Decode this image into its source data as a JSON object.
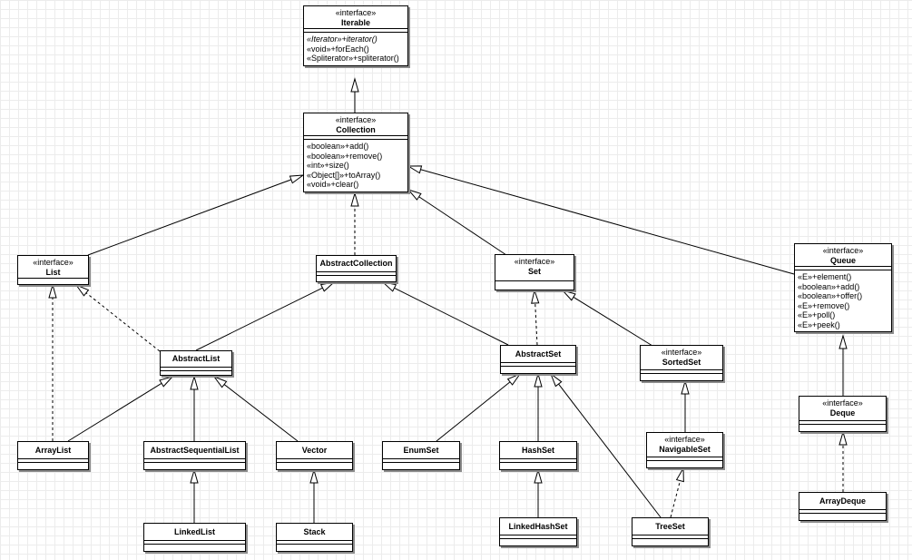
{
  "stereotype": "«interface»",
  "classes": {
    "iterable": {
      "name": "Iterable",
      "ops": [
        "«Iterator»+iterator()",
        "«void»+forEach()",
        "«Spliterator»+spliterator()"
      ]
    },
    "collection": {
      "name": "Collection",
      "ops": [
        "«boolean»+add()",
        "«boolean»+remove()",
        "«int»+size()",
        "«Object[]»+toArray()",
        "«void»+clear()"
      ]
    },
    "list": {
      "name": "List"
    },
    "abstract_collection": {
      "name": "AbstractCollection"
    },
    "set": {
      "name": "Set"
    },
    "queue": {
      "name": "Queue",
      "ops": [
        "«E»+element()",
        "«boolean»+add()",
        "«boolean»+offer()",
        "«E»+remove()",
        "«E»+poll()",
        "«E»+peek()"
      ]
    },
    "abstract_list": {
      "name": "AbstractList"
    },
    "abstract_set": {
      "name": "AbstractSet"
    },
    "sorted_set": {
      "name": "SortedSet"
    },
    "deque": {
      "name": "Deque"
    },
    "array_list": {
      "name": "ArrayList"
    },
    "abstract_sequential_list": {
      "name": "AbstractSequentialList"
    },
    "vector": {
      "name": "Vector"
    },
    "enum_set": {
      "name": "EnumSet"
    },
    "hash_set": {
      "name": "HashSet"
    },
    "navigable_set": {
      "name": "NavigableSet"
    },
    "linked_list": {
      "name": "LinkedList"
    },
    "stack": {
      "name": "Stack"
    },
    "linked_hash_set": {
      "name": "LinkedHashSet"
    },
    "tree_set": {
      "name": "TreeSet"
    },
    "array_deque": {
      "name": "ArrayDeque"
    }
  },
  "relations": [
    {
      "from": "collection",
      "to": "iterable",
      "kind": "generalization"
    },
    {
      "from": "list",
      "to": "collection",
      "kind": "generalization"
    },
    {
      "from": "abstract_collection",
      "to": "collection",
      "kind": "realization"
    },
    {
      "from": "set",
      "to": "collection",
      "kind": "generalization"
    },
    {
      "from": "queue",
      "to": "collection",
      "kind": "generalization"
    },
    {
      "from": "abstract_list",
      "to": "abstract_collection",
      "kind": "generalization"
    },
    {
      "from": "abstract_list",
      "to": "list",
      "kind": "realization"
    },
    {
      "from": "abstract_set",
      "to": "abstract_collection",
      "kind": "generalization"
    },
    {
      "from": "abstract_set",
      "to": "set",
      "kind": "realization"
    },
    {
      "from": "sorted_set",
      "to": "set",
      "kind": "generalization"
    },
    {
      "from": "deque",
      "to": "queue",
      "kind": "generalization"
    },
    {
      "from": "array_list",
      "to": "list",
      "kind": "realization"
    },
    {
      "from": "array_list",
      "to": "abstract_list",
      "kind": "generalization"
    },
    {
      "from": "abstract_sequential_list",
      "to": "abstract_list",
      "kind": "generalization"
    },
    {
      "from": "vector",
      "to": "abstract_list",
      "kind": "generalization"
    },
    {
      "from": "enum_set",
      "to": "abstract_set",
      "kind": "generalization"
    },
    {
      "from": "hash_set",
      "to": "abstract_set",
      "kind": "generalization"
    },
    {
      "from": "tree_set",
      "to": "abstract_set",
      "kind": "generalization"
    },
    {
      "from": "navigable_set",
      "to": "sorted_set",
      "kind": "generalization"
    },
    {
      "from": "linked_list",
      "to": "abstract_sequential_list",
      "kind": "generalization"
    },
    {
      "from": "stack",
      "to": "vector",
      "kind": "generalization"
    },
    {
      "from": "linked_hash_set",
      "to": "hash_set",
      "kind": "generalization"
    },
    {
      "from": "tree_set",
      "to": "navigable_set",
      "kind": "realization"
    },
    {
      "from": "array_deque",
      "to": "deque",
      "kind": "realization"
    }
  ]
}
